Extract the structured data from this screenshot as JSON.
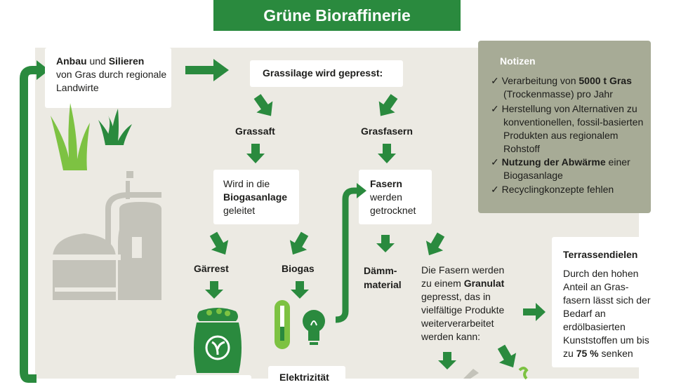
{
  "title": "Grüne Bioraffinerie",
  "farming": {
    "bold1": "Anbau",
    "mid": " und ",
    "bold2": "Silieren",
    "rest": "von Gras durch regionale Landwirte"
  },
  "press_box": "Grassilage wird gepresst:",
  "grassaft": "Grassaft",
  "grasfasern": "Grasfasern",
  "biogas_box": {
    "pre": "Wird in die",
    "bold": "Biogasanlage",
    "post": "geleitet"
  },
  "fasern_box": {
    "bold": "Fasern",
    "rest": "werden getrocknet"
  },
  "gaerrest": "Gärrest",
  "biogas": "Biogas",
  "daemm": {
    "line1": "Dämm-",
    "line2": "material"
  },
  "granulat": {
    "pre": "Die Fasern werden zu einem",
    "bold": "Granulat",
    "post": "gepresst, das in vielfältige Produkte weiterverarbeitet werden kann:"
  },
  "elektrizitaet": "Elektrizität",
  "notes": {
    "title": "Notizen",
    "items": [
      {
        "check": "✓",
        "pre": "Verarbeitung von ",
        "bold": "5000 t Gras",
        "post": " (Trockenmasse) pro Jahr"
      },
      {
        "check": "✓",
        "pre": "Herstellung von Alternativen zu konventionellen, fossil-basierten Produkten aus regionalem Rohstoff",
        "bold": "",
        "post": ""
      },
      {
        "check": "✓",
        "pre": "",
        "bold": "Nutzung der Abwärme",
        "post": " einer Biogasanlage"
      },
      {
        "check": "✓",
        "pre": "Recyclingkonzepte fehlen",
        "bold": "",
        "post": ""
      }
    ]
  },
  "terrassen": {
    "title": "Terrassendielen",
    "pre": "Durch den hohen Anteil an  Gras-fasern lässt sich der Bedarf an erdölbasierten Kunststoffen um bis zu ",
    "bold": "75 %",
    "post": " senken"
  },
  "colors": {
    "green": "#2a8a3e",
    "light_green": "#7dc242",
    "beige": "#eceae3",
    "notes_bg": "#a7ab96",
    "grey_icon": "#c4c3ba"
  }
}
